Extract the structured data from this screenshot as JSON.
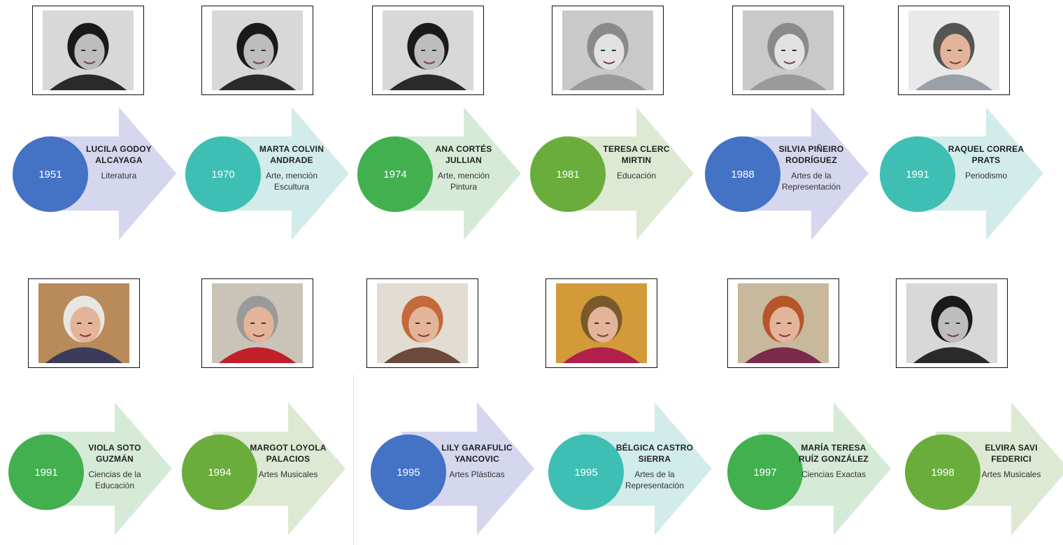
{
  "colors": {
    "blue": "#4472c4",
    "teal": "#3fbfb3",
    "green": "#42b04f",
    "olive": "#6aad3c",
    "arrow_lavender": "#d4d7ee",
    "arrow_mint": "#d1ecea",
    "arrow_green": "#d6ead8",
    "arrow_olive": "#dde9d3"
  },
  "rows": [
    {
      "items": [
        {
          "year": "1951",
          "name": "LUCILA GODOY ALCAYAGA",
          "field": "Literatura",
          "circle_color": "blue",
          "arrow_color": "arrow_lavender",
          "photo": "bw"
        },
        {
          "year": "1970",
          "name": "MARTA COLVIN ANDRADE",
          "field": "Arte, mención Escultura",
          "circle_color": "teal",
          "arrow_color": "arrow_mint",
          "photo": "bw"
        },
        {
          "year": "1974",
          "name": "ANA CORTÉS JULLIAN",
          "field": "Arte, mención Pintura",
          "circle_color": "green",
          "arrow_color": "arrow_green",
          "photo": "bw"
        },
        {
          "year": "1981",
          "name": "TERESA CLERC MIRTIN",
          "field": "Educación",
          "circle_color": "olive",
          "arrow_color": "arrow_olive",
          "photo": "gray"
        },
        {
          "year": "1988",
          "name": "SILVIA PIÑEIRO RODRÍGUEZ",
          "field": "Artes de la Representación",
          "circle_color": "blue",
          "arrow_color": "arrow_lavender",
          "photo": "gray"
        },
        {
          "year": "1991",
          "name": "RAQUEL CORREA PRATS",
          "field": "Periodismo",
          "circle_color": "teal",
          "arrow_color": "arrow_mint",
          "photo": "color"
        }
      ]
    },
    {
      "items": [
        {
          "year": "1991",
          "name": "VIOLA SOTO GUZMÁN",
          "field": "Ciencias de la Educación",
          "circle_color": "green",
          "arrow_color": "arrow_green",
          "photo": "color"
        },
        {
          "year": "1994",
          "name": "MARGOT LOYOLA PALACIOS",
          "field": "Artes Musicales",
          "circle_color": "olive",
          "arrow_color": "arrow_olive",
          "photo": "color"
        },
        {
          "year": "1995",
          "name": "LILY GARAFULIC YANCOVIC",
          "field": "Artes Plásticas",
          "circle_color": "blue",
          "arrow_color": "arrow_lavender",
          "photo": "color"
        },
        {
          "year": "1995",
          "name": "BÉLGICA CASTRO SIERRA",
          "field": "Artes de la Representación",
          "circle_color": "teal",
          "arrow_color": "arrow_mint",
          "photo": "color"
        },
        {
          "year": "1997",
          "name": "MARÍA TERESA RUÍZ GONZÁLEZ",
          "field": "Ciencias Exactas",
          "circle_color": "green",
          "arrow_color": "arrow_green",
          "photo": "color"
        },
        {
          "year": "1998",
          "name": "ELVIRA SAVI FEDERICI",
          "field": "Artes Musicales",
          "circle_color": "olive",
          "arrow_color": "arrow_olive",
          "photo": "bw"
        }
      ]
    }
  ]
}
